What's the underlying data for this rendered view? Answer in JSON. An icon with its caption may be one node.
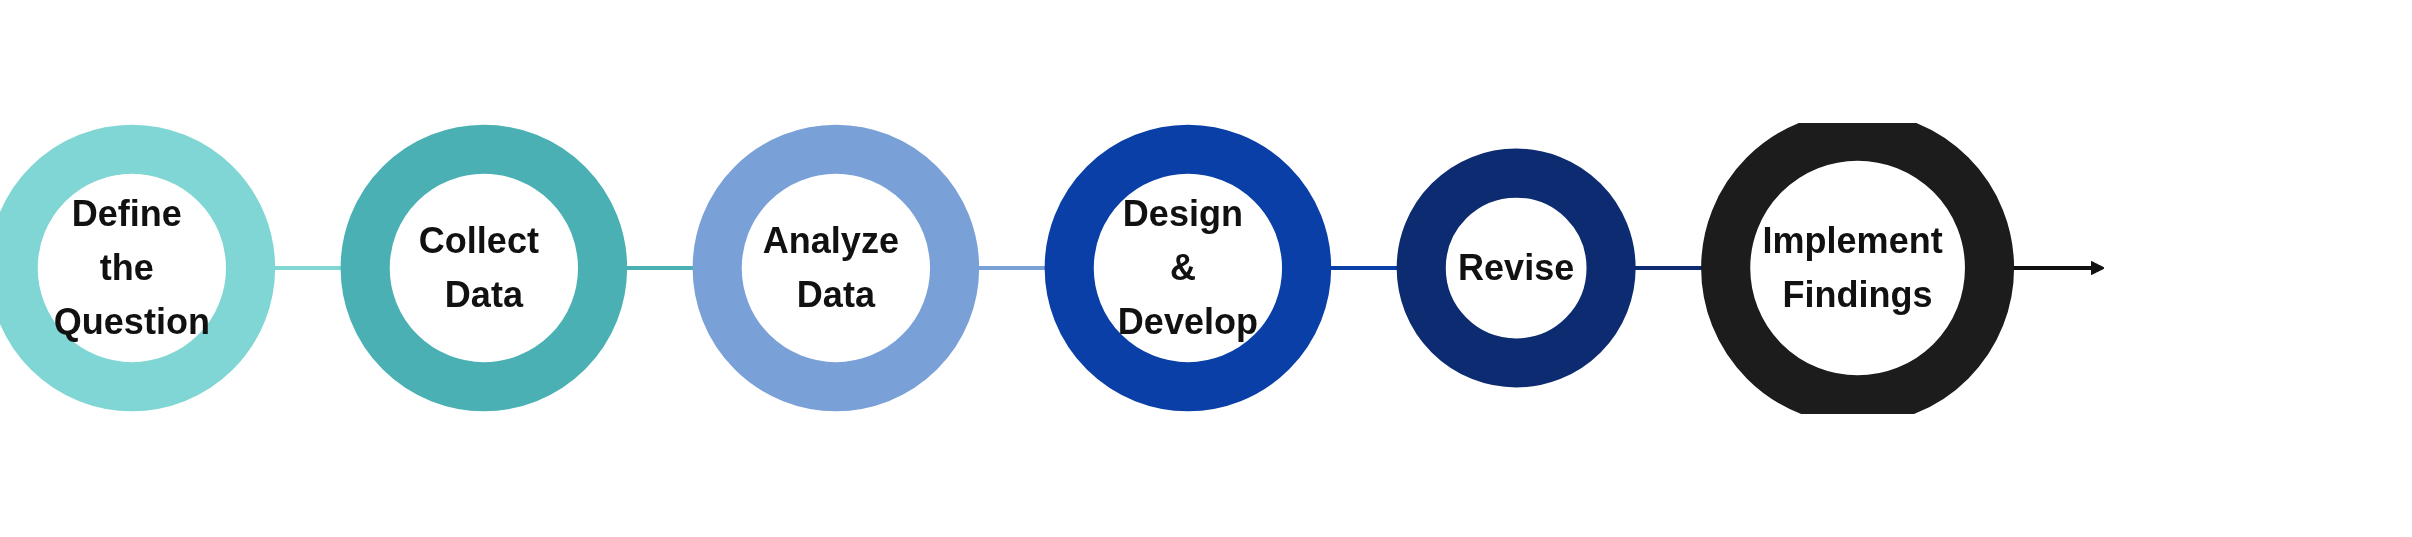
{
  "diagram": {
    "nodes": [
      {
        "text": [
          "Define the Question"
        ]
      },
      {
        "text": [
          "Collect Data"
        ]
      },
      {
        "text": [
          "Analyze Data"
        ]
      },
      {
        "text": [
          "Design & Develop"
        ]
      },
      {
        "text": [
          "Revise"
        ]
      },
      {
        "text": [
          "Implement Findings"
        ]
      }
    ],
    "edges": [
      {
        "from": 0,
        "to": 1,
        "arrow": "to",
        "color": "#7fd6d4"
      },
      {
        "from": 1,
        "to": 2,
        "arrow": "to",
        "color": "#4ab0b4"
      },
      {
        "from": 2,
        "to": 3,
        "arrow": "to",
        "color": "#7aa0d8"
      },
      {
        "from": 3,
        "to": 4,
        "arrow": "to",
        "color": "#0a3fa8"
      },
      {
        "from": 4,
        "to": 5,
        "arrow": "to",
        "color": "#0d2b70"
      },
      {
        "from": 5,
        "to": null,
        "arrow": "to",
        "color": "#111111"
      }
    ]
  }
}
